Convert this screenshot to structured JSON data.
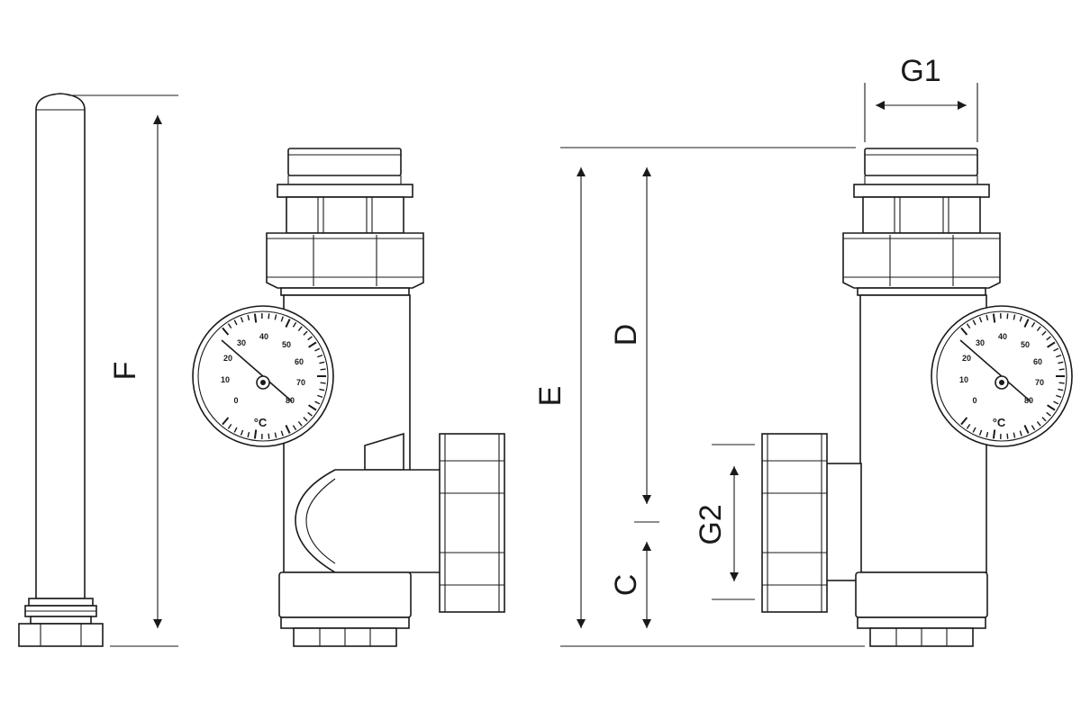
{
  "dimensions": {
    "F": "F",
    "E": "E",
    "D": "D",
    "C": "C",
    "G1": "G1",
    "G2": "G2"
  },
  "thermometer": {
    "scale": [
      "0",
      "10",
      "20",
      "30",
      "40",
      "50",
      "60",
      "70",
      "80"
    ],
    "unit": "°C"
  }
}
